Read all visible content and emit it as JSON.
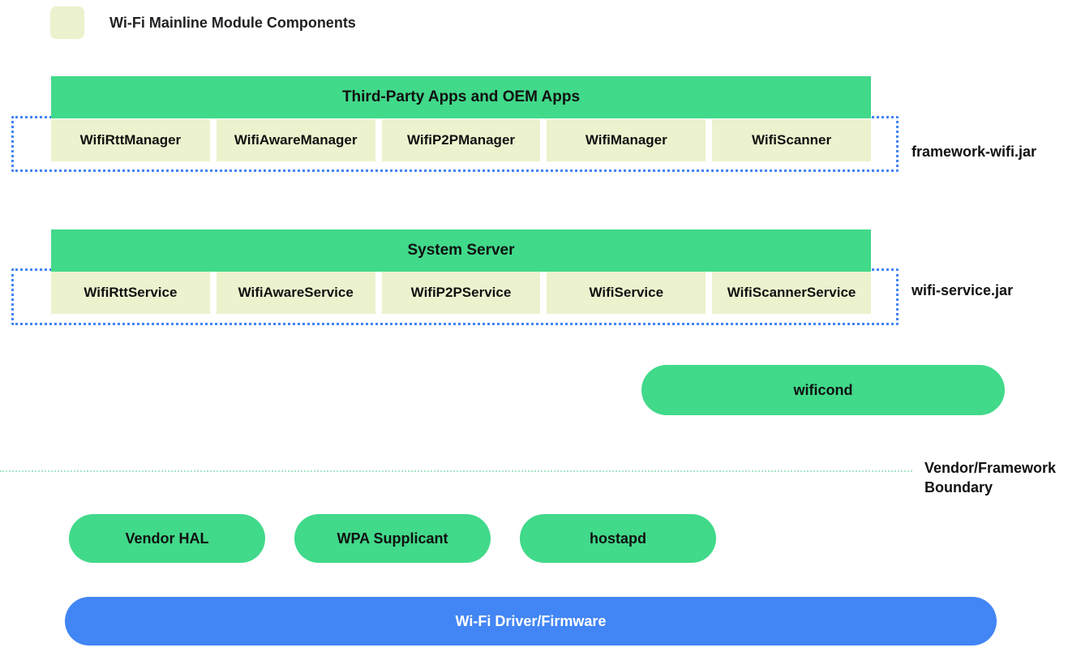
{
  "legend": {
    "swatch_color": "#ECF2CE",
    "label": "Wi-Fi Mainline Module Components"
  },
  "colors": {
    "green": "#41D98A",
    "pale_yellow": "#ECF2CE",
    "blue": "#4285F4",
    "dotted_frame": "#4285F4",
    "boundary_line": "#A8E6C9"
  },
  "framework_layer": {
    "band_title": "Third-Party Apps and OEM Apps",
    "cells": [
      {
        "label": "WifiRttManager"
      },
      {
        "label": "WifiAwareManager"
      },
      {
        "label": "WifiP2PManager"
      },
      {
        "label": "WifiManager"
      },
      {
        "label": "WifiScanner"
      }
    ],
    "side_label": "framework-wifi.jar"
  },
  "service_layer": {
    "band_title": "System Server",
    "cells": [
      {
        "label": "WifiRttService"
      },
      {
        "label": "WifiAwareService"
      },
      {
        "label": "WifiP2PService"
      },
      {
        "label": "WifiService"
      },
      {
        "label": "WifiScannerService"
      }
    ],
    "side_label": "wifi-service.jar"
  },
  "daemon_layer": {
    "wificond": "wificond"
  },
  "boundary": {
    "label": "Vendor/Framework Boundary"
  },
  "vendor_layer": {
    "pills": [
      {
        "label": "Vendor HAL"
      },
      {
        "label": "WPA Supplicant"
      },
      {
        "label": "hostapd"
      }
    ]
  },
  "driver_layer": {
    "label": "Wi-Fi Driver/Firmware"
  }
}
